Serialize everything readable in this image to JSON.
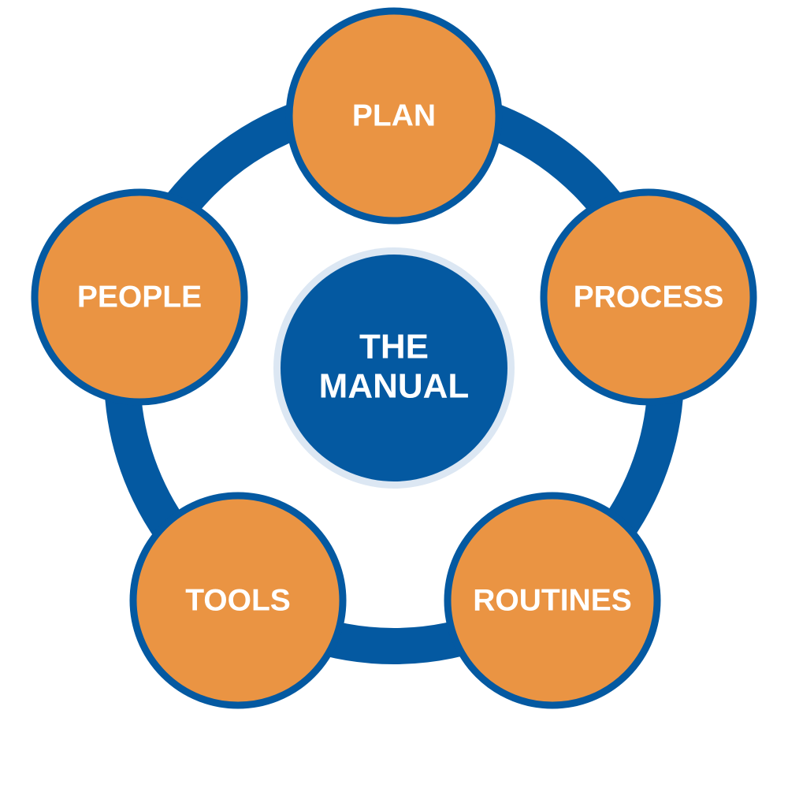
{
  "colors": {
    "ring": "#0459A1",
    "node_fill": "#EA9443",
    "node_border": "#0459A1",
    "center_fill": "#0459A1",
    "center_halo": "#DCE7F3",
    "inner_fill": "#FFFFFF",
    "label_text": "#FFFFFF",
    "background": "#FFFFFF"
  },
  "center": {
    "line1": "THE",
    "line2": "MANUAL"
  },
  "nodes": [
    {
      "key": "plan",
      "label": "PLAN"
    },
    {
      "key": "process",
      "label": "PROCESS"
    },
    {
      "key": "routines",
      "label": "ROUTINES"
    },
    {
      "key": "tools",
      "label": "TOOLS"
    },
    {
      "key": "people",
      "label": "PEOPLE"
    }
  ]
}
